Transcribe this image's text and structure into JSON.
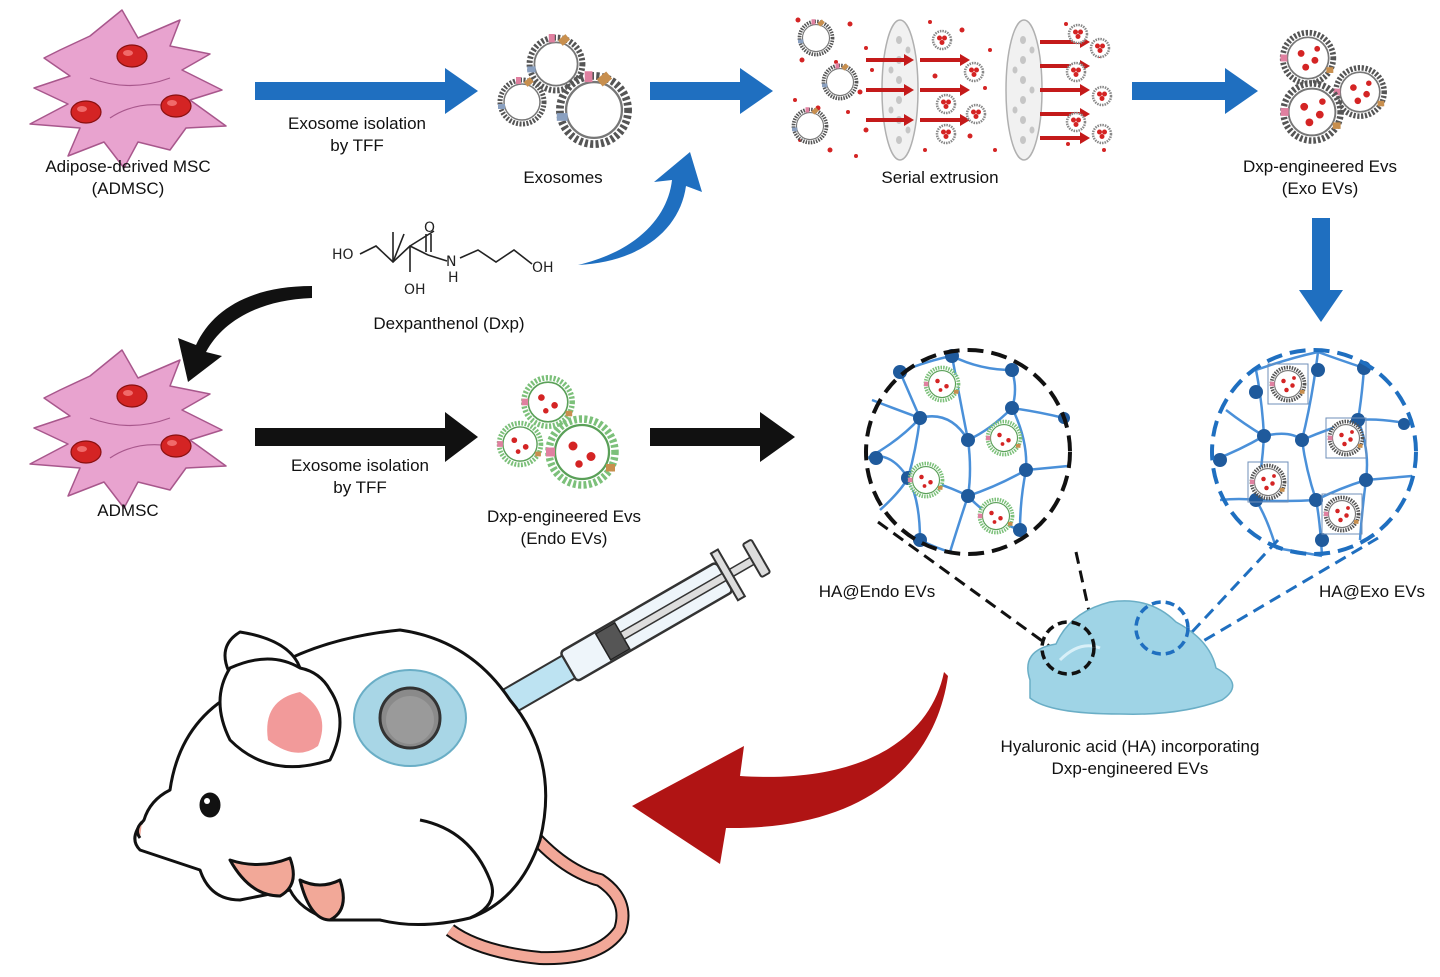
{
  "labels": {
    "admsc_top_line1": "Adipose-derived MSC",
    "admsc_top_line2": "(ADMSC)",
    "isolation_top_line1": "Exosome isolation",
    "isolation_top_line2": "by TFF",
    "exosomes": "Exosomes",
    "serial_extrusion": "Serial extrusion",
    "exo_evs_line1": "Dxp-engineered Evs",
    "exo_evs_line2": "(Exo EVs)",
    "dexpanthenol": "Dexpanthenol (Dxp)",
    "admsc_bottom": "ADMSC",
    "isolation_bottom_line1": "Exosome isolation",
    "isolation_bottom_line2": "by TFF",
    "endo_evs_line1": "Dxp-engineered Evs",
    "endo_evs_line2": "(Endo EVs)",
    "ha_endo": "HA@Endo EVs",
    "ha_exo": "HA@Exo EVs",
    "hydrogel_line1": "Hyaluronic acid (HA) incorporating",
    "hydrogel_line2": "Dxp-engineered EVs"
  },
  "molecule": {
    "atom_ho": "HO",
    "atom_o": "O",
    "atom_n": "N",
    "atom_h": "H",
    "atom_oh_right": "OH",
    "atom_oh_bottom": "OH"
  },
  "colors": {
    "blue_arrow": "#1f6fc0",
    "black_arrow": "#111111",
    "red_arrow": "#b01414",
    "cell_pink": "#e8a3cf",
    "nucleus_red": "#d42424",
    "hydrogel_blue": "#9fd4e6",
    "network_node": "#1f5a9c",
    "network_line": "#4a90d9",
    "endo_membrane": "#7cc07a",
    "exo_membrane": "#8a8a8a",
    "mouse_ear_pink": "#f29a9a"
  },
  "icons": {
    "cell": "mesenchymal-stem-cell-icon",
    "vesicle": "extracellular-vesicle-icon",
    "membrane_filter": "extrusion-membrane-icon",
    "syringe": "syringe-icon",
    "mouse": "mouse-icon",
    "hydrogel": "hydrogel-blob-icon"
  }
}
